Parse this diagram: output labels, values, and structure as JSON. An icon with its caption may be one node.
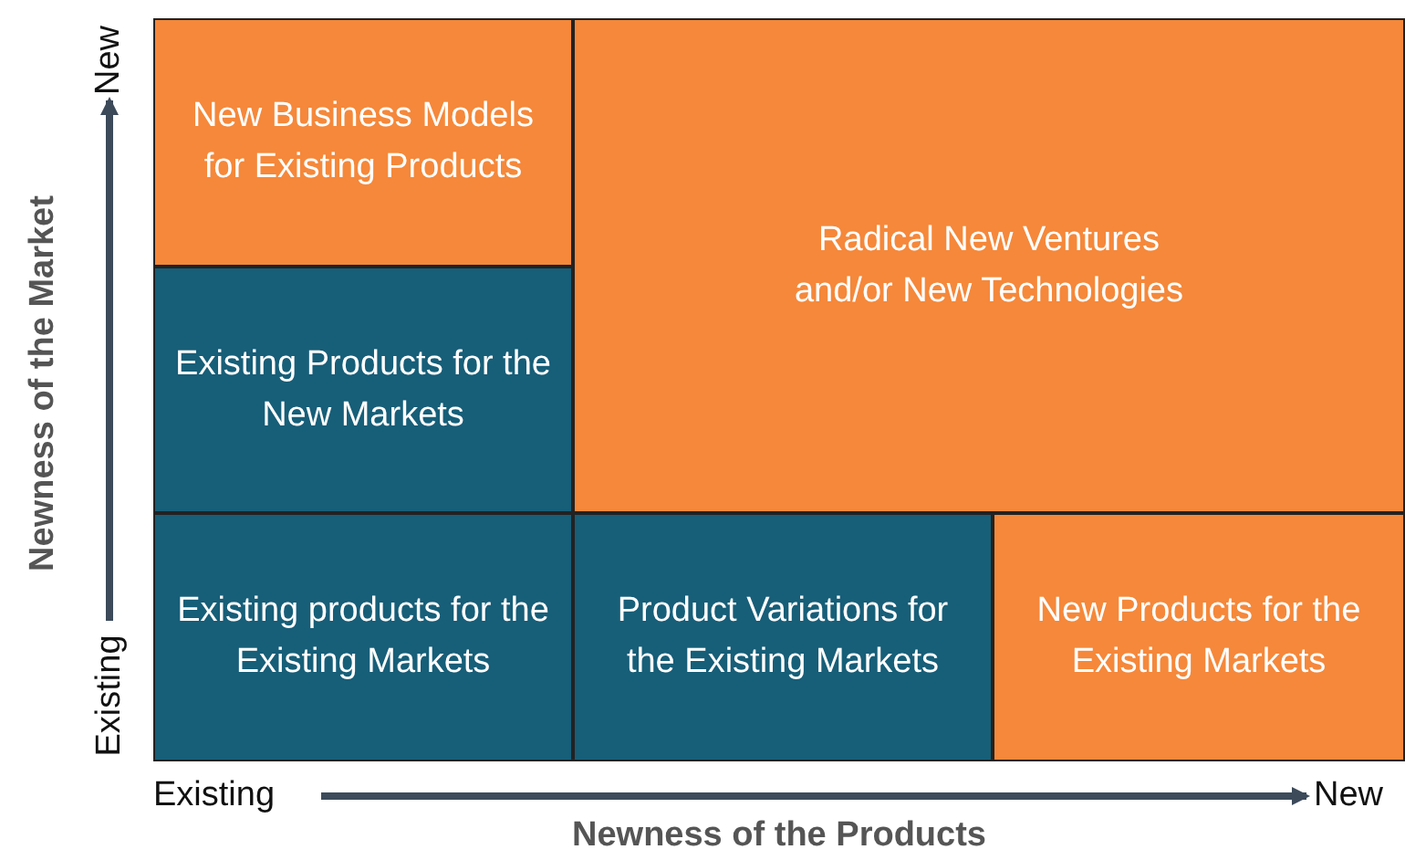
{
  "diagram": {
    "nodes": [
      {
        "text": [
          "New Business Models for Existing Products"
        ]
      },
      {
        "text": [
          "Radical New Ventures and/or New Technologies"
        ]
      },
      {
        "text": [
          "Existing Products for the New Markets"
        ]
      },
      {
        "text": [
          "Existing products for the Existing Markets"
        ]
      },
      {
        "text": [
          "Product Variations for the Existing Markets"
        ]
      },
      {
        "text": [
          "New Products for the Existing Markets"
        ]
      }
    ],
    "edges": [],
    "labels": [
      "New",
      "Newness of the Market",
      "Existing",
      "Existing",
      "New",
      "Newness of the Products"
    ]
  }
}
